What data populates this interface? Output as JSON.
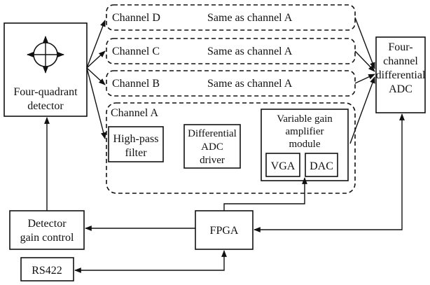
{
  "detector": {
    "line1": "Four-quadrant",
    "line2": "detector"
  },
  "adc": {
    "line1": "Four-",
    "line2": "channel",
    "line3": "differential",
    "line4": "ADC"
  },
  "channels": [
    {
      "name": "Channel D",
      "note": "Same as channel A"
    },
    {
      "name": "Channel C",
      "note": "Same as channel A"
    },
    {
      "name": "Channel B",
      "note": "Same as channel A"
    }
  ],
  "channel_a": {
    "name": "Channel A",
    "hpf": {
      "line1": "High-pass",
      "line2": "filter"
    },
    "driver": {
      "line1": "Differential",
      "line2": "ADC",
      "line3": "driver"
    },
    "vga_module": {
      "line1": "Variable gain",
      "line2": "amplifier",
      "line3": "module"
    },
    "vga": "VGA",
    "dac": "DAC"
  },
  "gain_control": {
    "line1": "Detector",
    "line2": "gain control"
  },
  "fpga": "FPGA",
  "rs422": "RS422"
}
